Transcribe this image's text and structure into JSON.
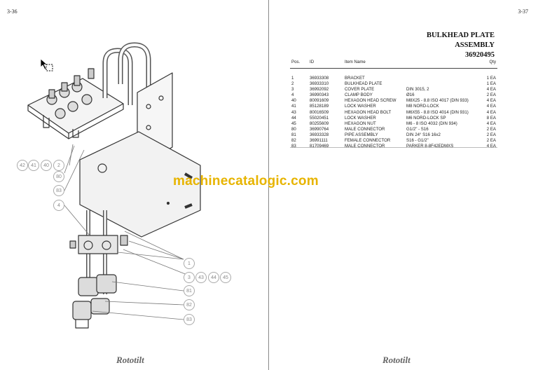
{
  "left_page": {
    "page_number": "3-36",
    "logo": "Rototilt",
    "callouts": [
      "42",
      "41",
      "40",
      "2",
      "80",
      "83",
      "4",
      "1",
      "3",
      "43",
      "44",
      "45",
      "81",
      "82",
      "83"
    ]
  },
  "right_page": {
    "page_number": "3-37",
    "title_line1": "BULKHEAD PLATE",
    "title_line2": "ASSEMBLY",
    "title_line3": "36920495",
    "logo": "Rototilt",
    "columns": {
      "pos": "Pos.",
      "id": "ID",
      "item_name": "Item Name",
      "qty": "Qty"
    },
    "rows": [
      {
        "pos": "1",
        "id": "36933308",
        "name": "BRACKET",
        "spec": "",
        "qty": "1 EA"
      },
      {
        "pos": "2",
        "id": "36933310",
        "name": "BULKHEAD PLATE",
        "spec": "",
        "qty": "1 EA"
      },
      {
        "pos": "3",
        "id": "36992092",
        "name": "COVER PLATE",
        "spec": "DIN 3015, 2",
        "qty": "4 EA"
      },
      {
        "pos": "4",
        "id": "36990343",
        "name": "CLAMP BODY",
        "spec": "Ø16",
        "qty": "2 EA"
      },
      {
        "pos": "40",
        "id": "80091609",
        "name": "HEXAGON HEAD SCREW",
        "spec": "M8X25 - 8.8 ISO 4017 (DIN 933)",
        "qty": "4 EA"
      },
      {
        "pos": "41",
        "id": "85128189",
        "name": "LOCK WASHER",
        "spec": "M8 NORD-LOCK",
        "qty": "4 EA"
      },
      {
        "pos": "43",
        "id": "80016509",
        "name": "HEXAGON HEAD BOLT",
        "spec": "M6X55 - 8.8 ISO 4014 (DIN 931)",
        "qty": "4 EA"
      },
      {
        "pos": "44",
        "id": "55020451",
        "name": "LOCK WASHER",
        "spec": "M6 NORD-LOCK SP",
        "qty": "8 EA"
      },
      {
        "pos": "45",
        "id": "80255609",
        "name": "HEXAGON NUT",
        "spec": "M6 - 8 ISO 4032 (DIN 934)",
        "qty": "4 EA"
      },
      {
        "pos": "80",
        "id": "36990764",
        "name": "MALE CONNECTOR",
        "spec": "G1/2\" - S16",
        "qty": "2 EA"
      },
      {
        "pos": "81",
        "id": "36933328",
        "name": "PIPE ASSEMBLY",
        "spec": "DIN 24° S16 16x2",
        "qty": "2 EA"
      },
      {
        "pos": "82",
        "id": "36991111",
        "name": "FEMALE CONNECTOR",
        "spec": "S16 - G1/2\"",
        "qty": "2 EA"
      },
      {
        "pos": "83",
        "id": "81709469",
        "name": "MALE CONNECTOR",
        "spec": "PARKER 8-8F42EDMXS",
        "qty": "4 EA"
      }
    ]
  },
  "watermark": "machinecatalogic.com",
  "colors": {
    "watermark": "#e7b400",
    "line": "#333333",
    "callout": "#aaaaaa"
  },
  "icons": [
    "cursor-move-icon"
  ]
}
